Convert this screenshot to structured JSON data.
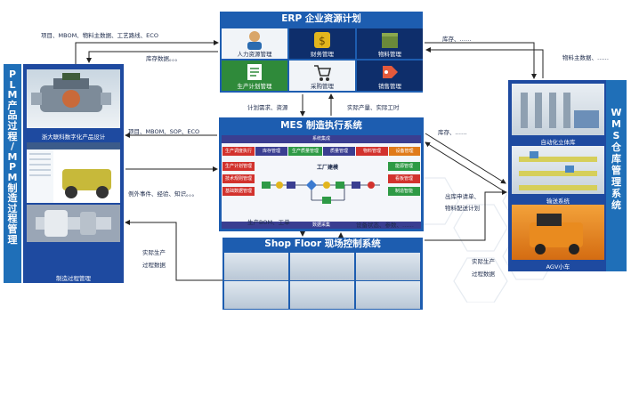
{
  "plm": {
    "title_chars": [
      "P",
      "L",
      "M",
      "产",
      "品",
      "过",
      "程",
      "/",
      "M",
      "P",
      "M",
      "制",
      "造",
      "过",
      "程",
      "管",
      "理"
    ],
    "image1_caption": "浙大联科数字化产品设计",
    "image2_caption": "制造过程管理"
  },
  "erp": {
    "title": "ERP 企业资源计划",
    "modules": [
      "人力资源管理",
      "财务管理",
      "物料管理",
      "生产计划管理",
      "采购管理",
      "销售管理"
    ]
  },
  "mes": {
    "title": "MES 制造执行系统",
    "system_integration": "系统集成",
    "top_modules": [
      "生产调度执行",
      "库存管理",
      "生产质量管理",
      "质量管理",
      "物料管理",
      "设备管理"
    ],
    "left_modules": [
      "生产计划管理",
      "技术规则管理",
      "基础数据管理"
    ],
    "right_modules": [
      "能源管理",
      "看板管理",
      "制造智能"
    ],
    "factory_model": "工厂建模",
    "data_collection": "数据采集"
  },
  "shopfloor": {
    "title": "Shop Floor 现场控制系统"
  },
  "wms": {
    "title_chars": [
      "W",
      "M",
      "S",
      "仓",
      "库",
      "管",
      "理",
      "系",
      "统"
    ],
    "captions": [
      "自动化立体库",
      "输送系统",
      "AGV小车"
    ]
  },
  "flows": {
    "plm_to_erp": "项目、MBOM、物料主数据、工艺路线、ECO",
    "erp_to_plm": "库存数据。。。",
    "erp_to_wms": "库存、……",
    "wms_to_erp": "物料主数据、……",
    "erp_to_mes": "计划需求、资源",
    "mes_to_erp": "实际产量、实际工时",
    "plm_to_mes": "项目、MBOM、SOP、ECO",
    "mes_to_plm": "例外事件、经验、知识。。。",
    "mes_to_wms": "库存、……",
    "wms_request": "出库申请单、",
    "wms_plan": "物料配送计划",
    "mes_to_sf": "生产BOM、工单",
    "sf_to_mes": "设备状态、参数、……",
    "sf_to_plm_1": "实际生产",
    "sf_to_plm_2": "过程数据",
    "sf_to_wms_1": "实际生产",
    "sf_to_wms_2": "过程数据"
  },
  "colors": {
    "panel_blue": "#1d5db0",
    "side_blue": "#1f6fb8",
    "dark_blue": "#1e4aa0",
    "mes_purple": "#3a3e91",
    "mes_red": "#d2322d",
    "mes_orange": "#e07b1a",
    "mes_green": "#2e9a45"
  }
}
